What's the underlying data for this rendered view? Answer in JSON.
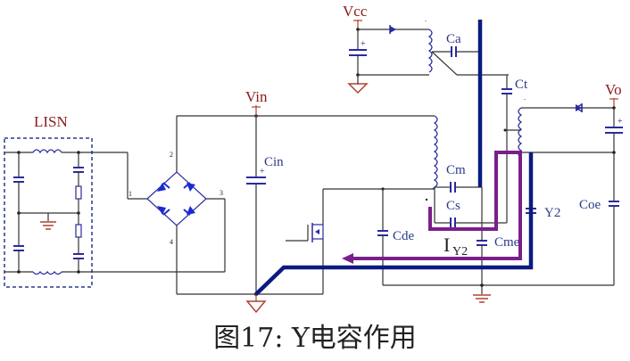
{
  "figure": {
    "caption": "图17: Y电容作用",
    "labels": {
      "lisn": "LISN",
      "vcc": "Vcc",
      "vin": "Vin",
      "cin": "Cin",
      "ca": "Ca",
      "ct": "Ct",
      "vo": "Vo",
      "cm": "Cm",
      "cs": "Cs",
      "cde": "Cde",
      "cme": "Cme",
      "y2": "Y2",
      "coe": "Coe",
      "iy2_main": "I",
      "iy2_sub": "Y2"
    },
    "bridge_pins": [
      "1",
      "2",
      "3",
      "4"
    ],
    "colors": {
      "wire": "#333333",
      "component": "#2a2aa0",
      "label_red": "#8b1a1a",
      "blue_current_path": "#0a1a80",
      "purple_current_path": "#7a1f8a"
    }
  }
}
